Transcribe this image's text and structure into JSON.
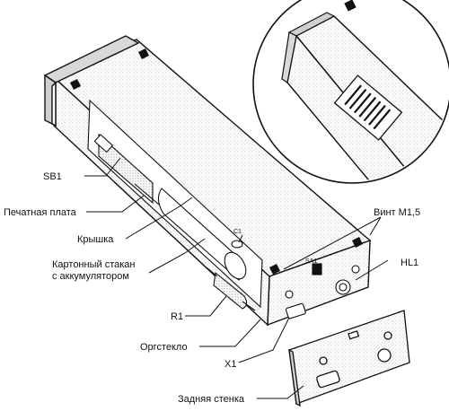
{
  "labels": {
    "sb1": "SB1",
    "board": "Печатная плата",
    "cover": "Крышка",
    "cup_line1": "Картонный стакан",
    "cup_line2": "с аккумулятором",
    "r1": "R1",
    "plexi": "Оргстекло",
    "x1": "X1",
    "back_wall": "Задняя стенка",
    "screw": "Винт М1,5",
    "hl1": "HL1",
    "c1": "C1",
    "sa1": "SA1"
  }
}
